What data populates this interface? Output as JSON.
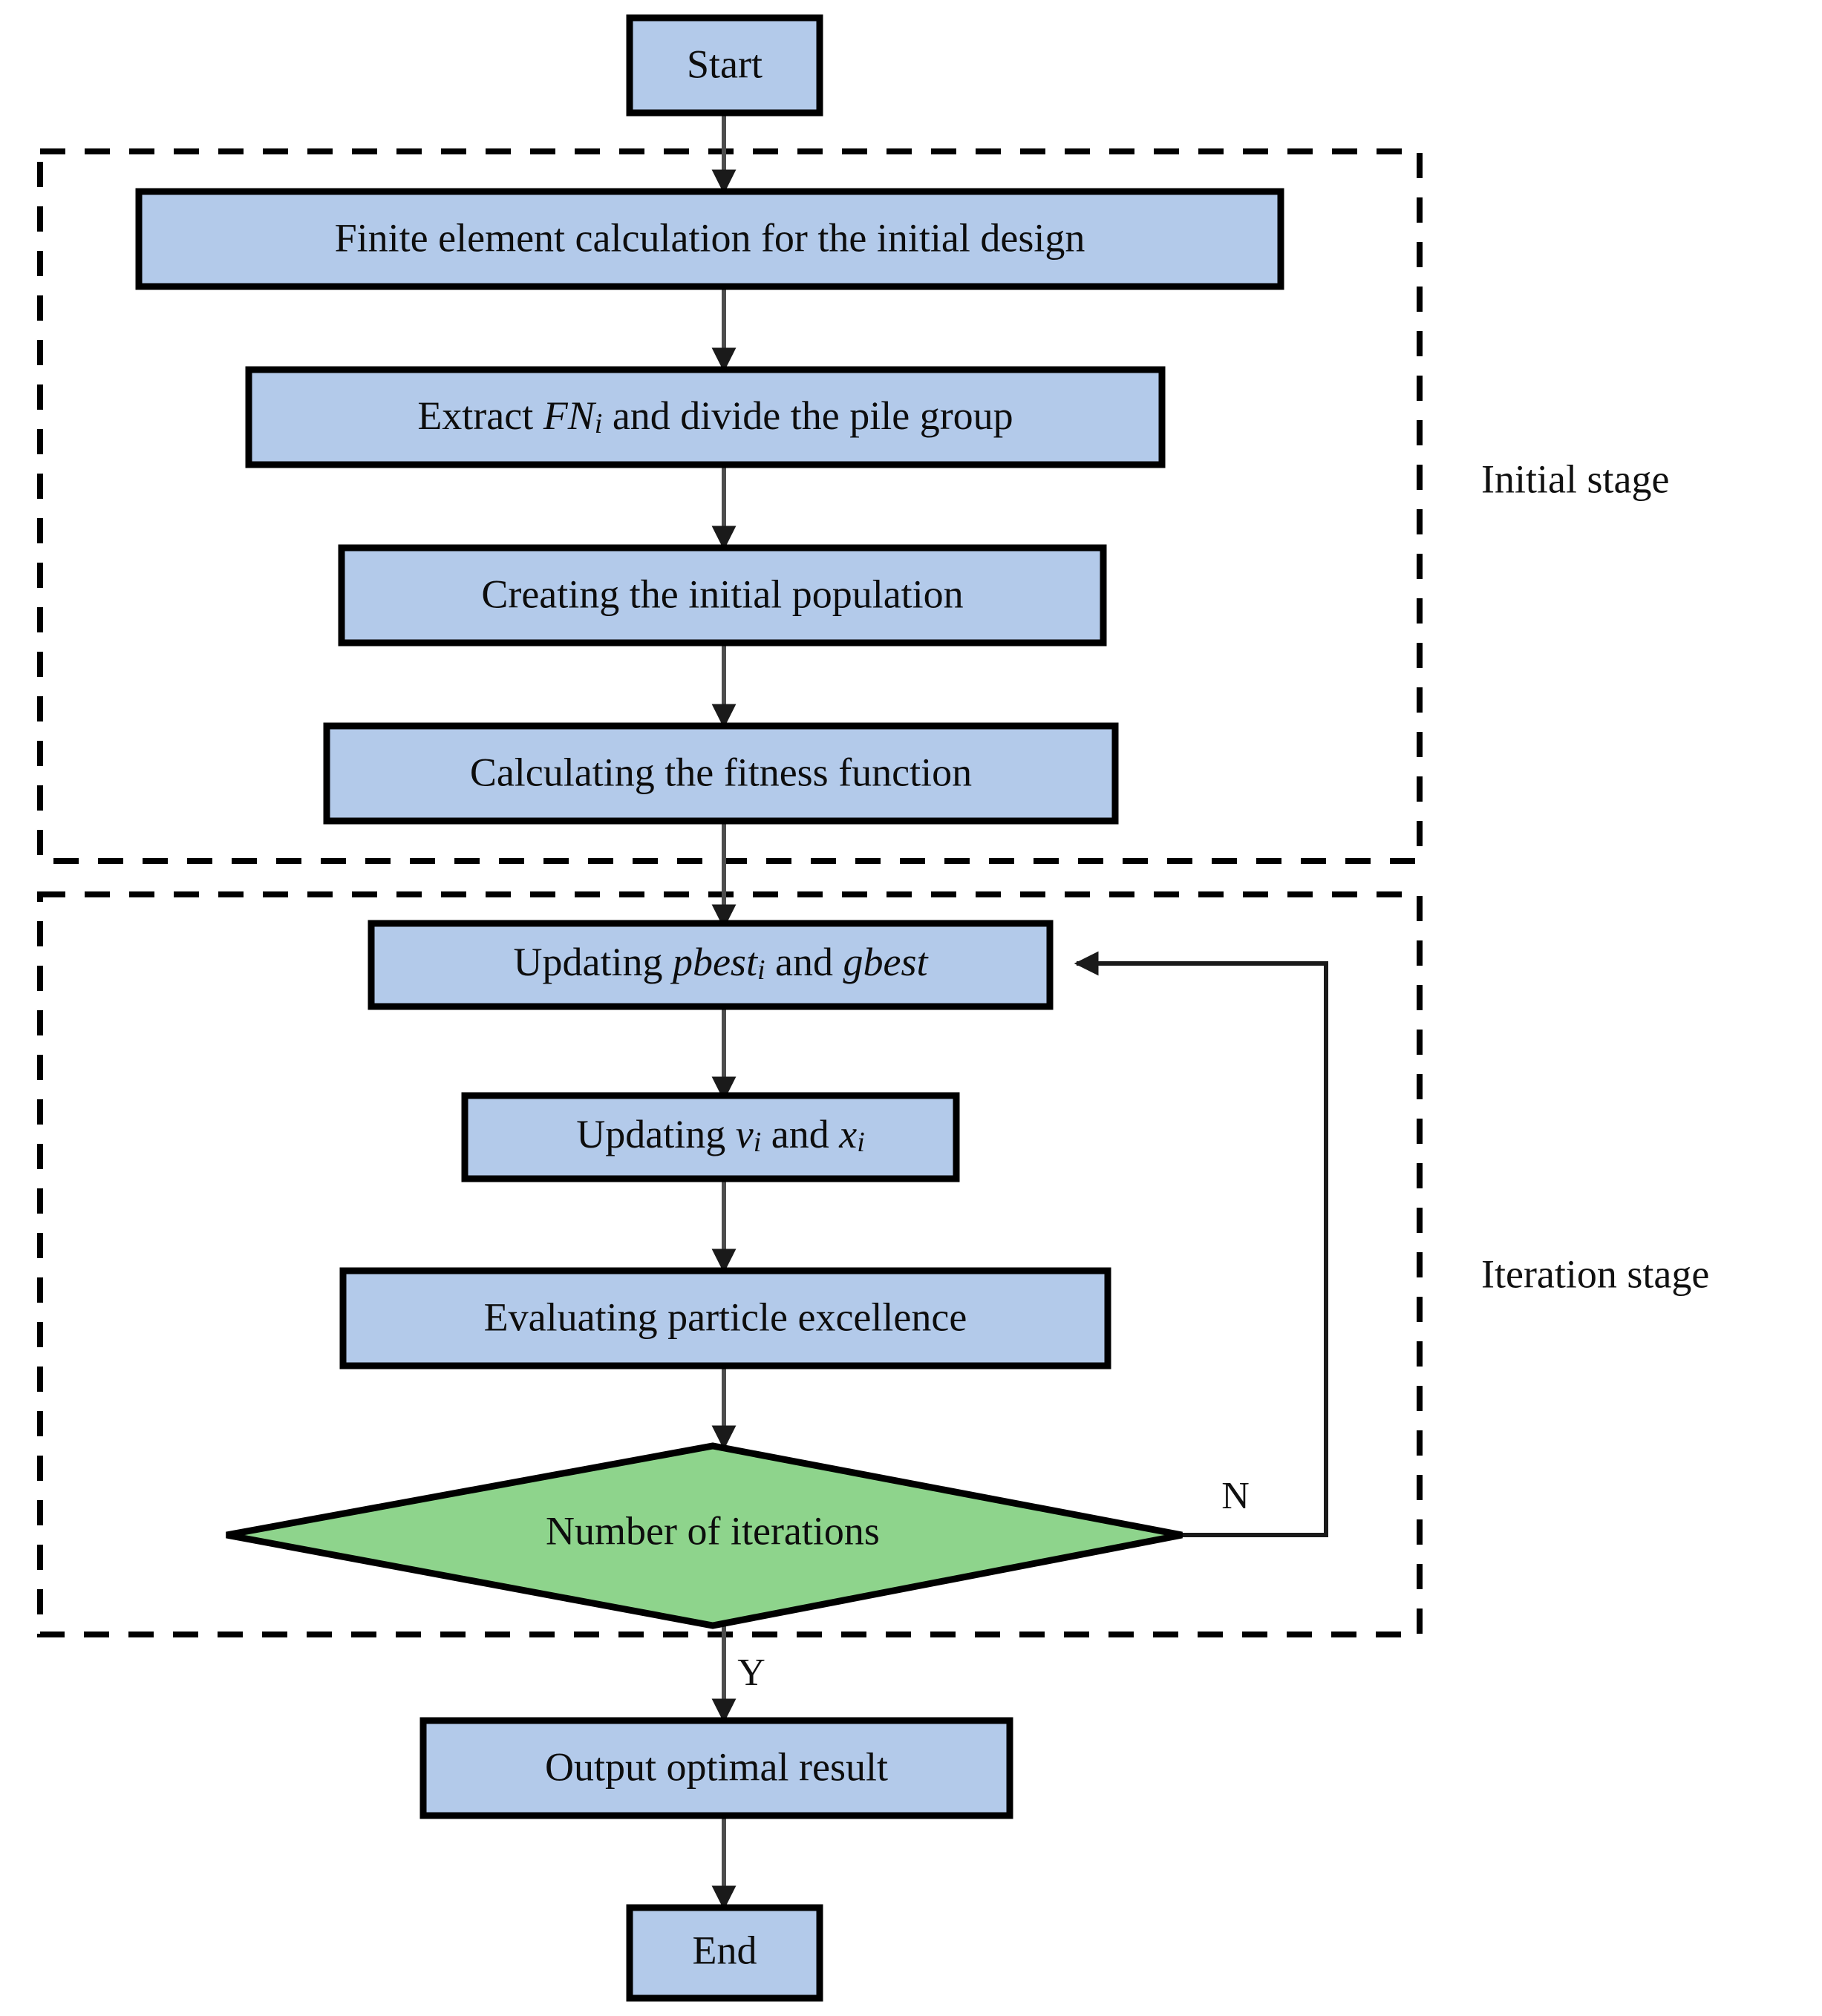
{
  "diagram": {
    "title": "PSO pile group optimization flowchart",
    "colors": {
      "process_fill": "#b3caea",
      "decision_fill": "#8ed48c",
      "stroke": "#000000",
      "connector": "#4d4d4d",
      "background": "#ffffff"
    },
    "nodes": {
      "start": {
        "label": "Start",
        "shape": "process"
      },
      "fe_calc": {
        "label": "Finite element calculation for the initial design",
        "shape": "process"
      },
      "extract": {
        "shape": "process",
        "prefix": "Extract ",
        "symbol": "FN",
        "subscript": "i",
        "suffix": " and divide the pile group",
        "plain": "Extract FNi and divide the pile group"
      },
      "init_pop": {
        "label": "Creating the initial population",
        "shape": "process"
      },
      "fitness": {
        "label": "Calculating the fitness function",
        "shape": "process"
      },
      "update_best": {
        "shape": "process",
        "prefix": "Updating ",
        "symbol1": "pbest",
        "subscript1": "i",
        "middle": " and ",
        "symbol2": "gbest",
        "plain": "Updating pbesti and gbest"
      },
      "update_vx": {
        "shape": "process",
        "prefix": "Updating ",
        "symbol1": "v",
        "subscript1": "i",
        "middle": " and ",
        "symbol2": "x",
        "subscript2": "i",
        "plain": "Updating vi and xi"
      },
      "evaluate": {
        "label": "Evaluating particle excellence",
        "shape": "process"
      },
      "decision": {
        "label": "Number of iterations",
        "shape": "decision"
      },
      "output": {
        "label": "Output optimal result",
        "shape": "process"
      },
      "end": {
        "label": "End",
        "shape": "process"
      }
    },
    "branch_labels": {
      "no": "N",
      "yes": "Y"
    },
    "stages": [
      {
        "label": "Initial stage"
      },
      {
        "label": "Iteration stage"
      }
    ]
  }
}
